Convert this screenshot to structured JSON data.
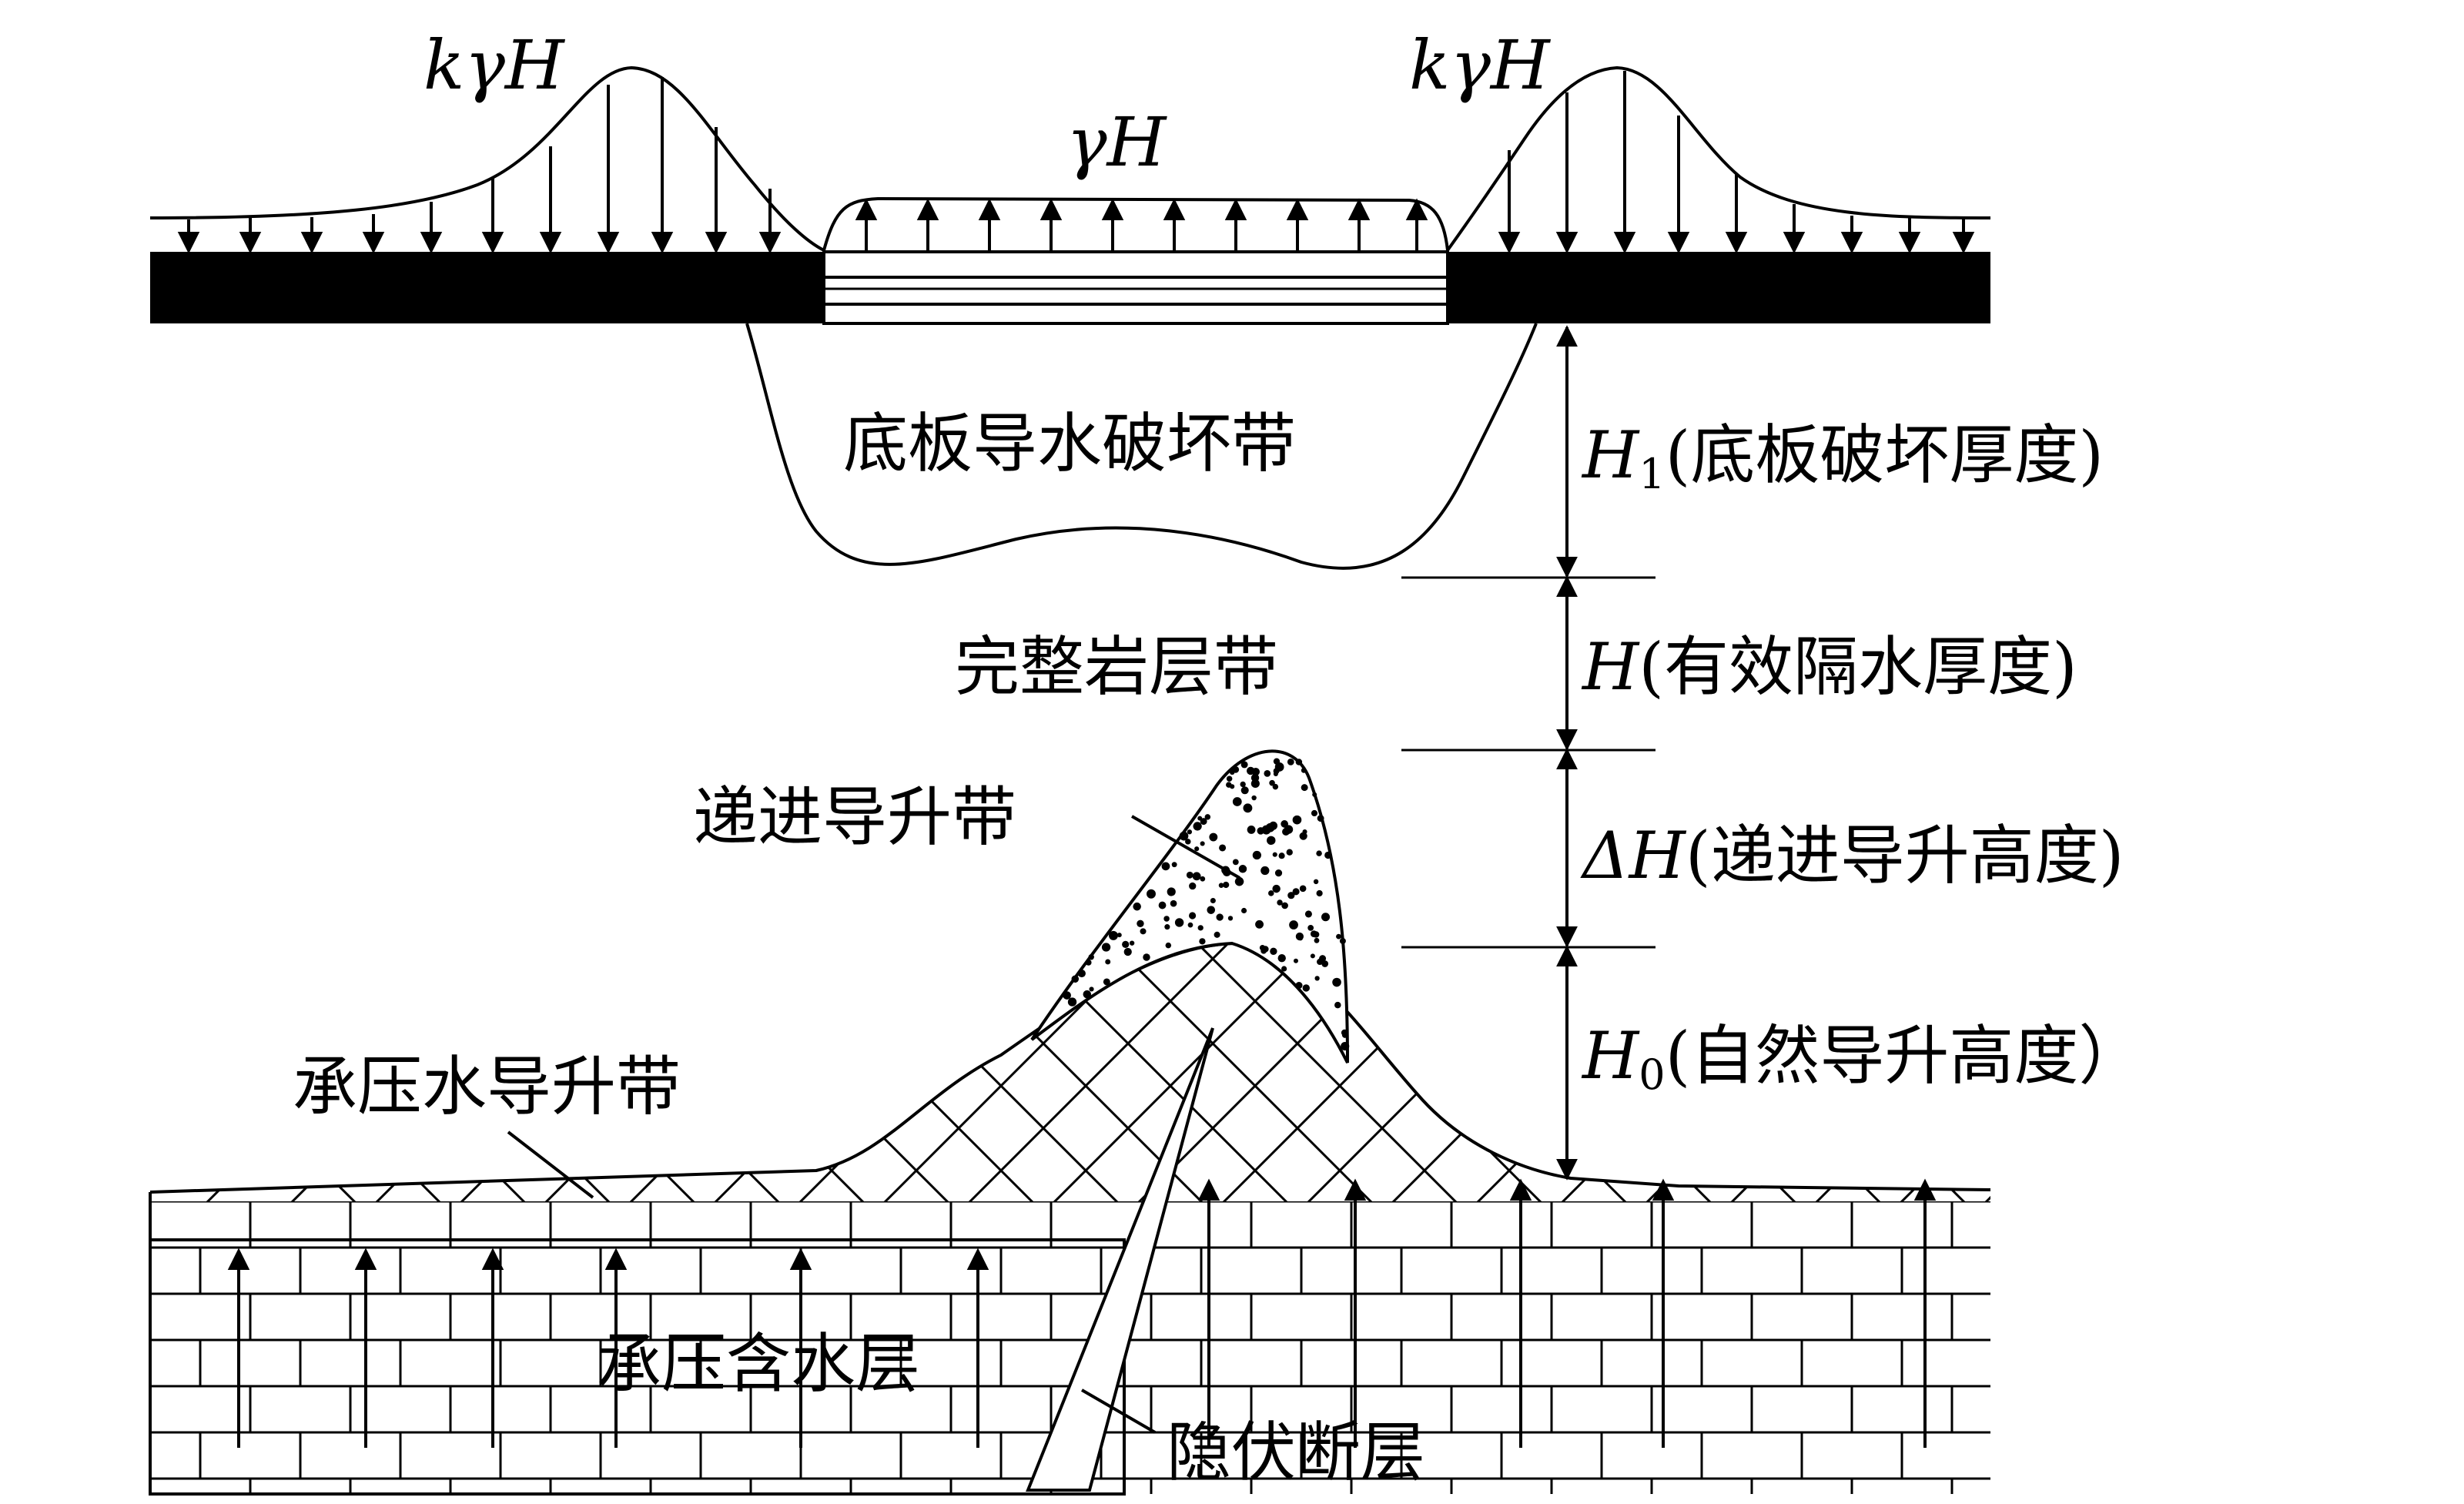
{
  "loads": {
    "left_peak": "kγH",
    "center": "γH",
    "right_peak": "kγH"
  },
  "zones": {
    "floor_failure": "底板导水破坏带",
    "intact_rock": "完整岩层带",
    "progressive_rise": "递进导升带",
    "confined_rise": "承压水导升带",
    "aquifer": "承压含水层",
    "hidden_fault": "隐伏断层"
  },
  "dimensions": {
    "h1_symbol": "H",
    "h1_sub": "1",
    "h1_text": "(底板破坏厚度)",
    "h_symbol": "H",
    "h_text": "(有效隔水厚度)",
    "dh_symbol": "ΔH",
    "dh_text": "(递进导升高度)",
    "h0_symbol": "H",
    "h0_sub": "0",
    "h0_text": "(自然导升高度）"
  },
  "colors": {
    "ink": "#000000",
    "paper": "#ffffff"
  }
}
